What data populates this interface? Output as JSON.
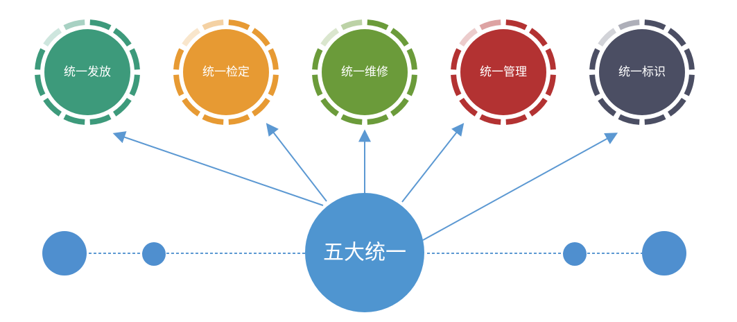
{
  "center": {
    "label": "五大统一",
    "color": "#4f95d0"
  },
  "line_color": "#5b98d2",
  "nodes": [
    {
      "label": "统一发放",
      "color": "#3d9a7b"
    },
    {
      "label": "统一检定",
      "color": "#e79a33"
    },
    {
      "label": "统一维修",
      "color": "#6b9b3a"
    },
    {
      "label": "统一管理",
      "color": "#b33232"
    },
    {
      "label": "统一标识",
      "color": "#4b4e63"
    }
  ]
}
